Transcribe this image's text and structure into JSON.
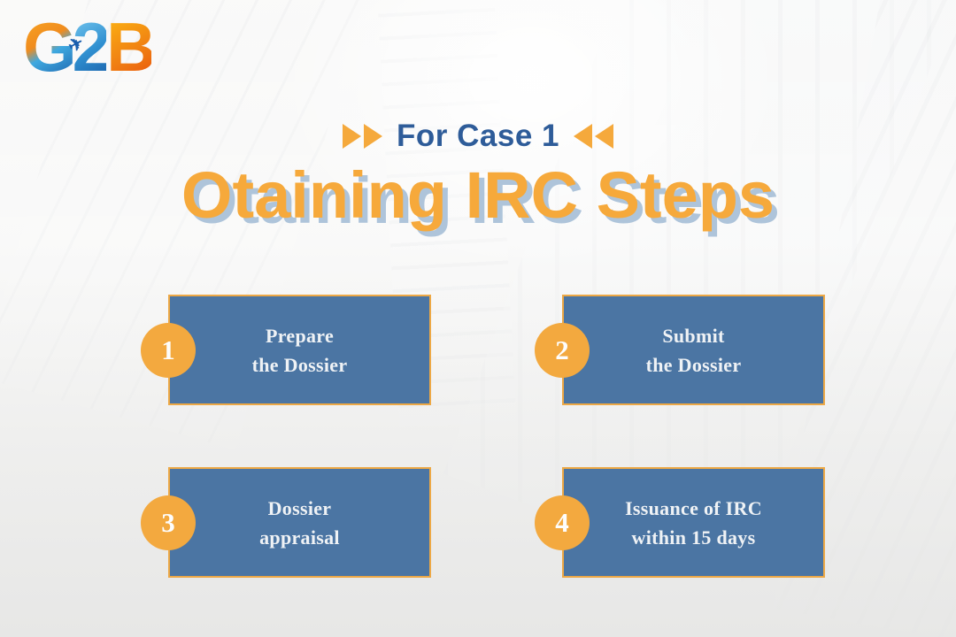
{
  "logo": {
    "letter_g": "G",
    "letter_2": "2",
    "letter_b": "B",
    "plane_glyph": "✈"
  },
  "header": {
    "kicker": "For Case 1",
    "title": "Otaining IRC Steps"
  },
  "steps": [
    {
      "number": "1",
      "line1": "Prepare",
      "line2": "the Dossier"
    },
    {
      "number": "2",
      "line1": "Submit",
      "line2": "the Dossier"
    },
    {
      "number": "3",
      "line1": "Dossier",
      "line2": "appraisal"
    },
    {
      "number": "4",
      "line1": "Issuance of IRC",
      "line2": "within 15 days"
    }
  ],
  "colors": {
    "title_orange": "#F6A93B",
    "title_shadow": "#AEC4DA",
    "kicker_blue": "#2E5C99",
    "card_blue": "#4B75A3",
    "card_border": "#EDA845",
    "badge_orange": "#F3A93F",
    "card_text": "#EFF2F5",
    "background_gray": "#EDEDEC"
  }
}
